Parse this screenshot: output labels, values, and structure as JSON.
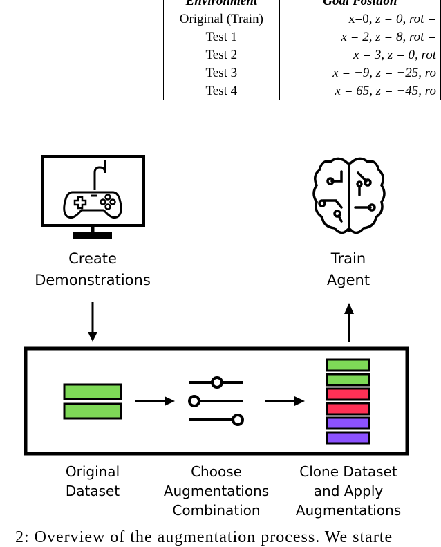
{
  "table": {
    "header": [
      "Environment",
      "Goal Position"
    ],
    "rows": [
      {
        "env": "Original (Train)",
        "goal_pre": "x=0, ",
        "goal_math": "z = 0, rot ="
      },
      {
        "env": "Test 1",
        "goal_pre": "",
        "goal_math": "x = 2, z = 8, rot ="
      },
      {
        "env": "Test 2",
        "goal_pre": "",
        "goal_math": "x = 3, z = 0, rot"
      },
      {
        "env": "Test 3",
        "goal_pre": "",
        "goal_math": "x = −9, z = −25, ro"
      },
      {
        "env": "Test 4",
        "goal_pre": "",
        "goal_math": "x = 65, z = −45, ro"
      }
    ]
  },
  "diagram": {
    "create_demos": {
      "line1": "Create",
      "line2": "Demonstrations",
      "icon": "gamepad-monitor-icon"
    },
    "train_agent": {
      "line1": "Train",
      "line2": "Agent",
      "icon": "brain-circuit-icon"
    },
    "original_dataset": {
      "line1": "Original",
      "line2": "Dataset"
    },
    "choose_aug": {
      "line1": "Choose",
      "line2": "Augmentations",
      "line3": "Combination",
      "icon": "sliders-icon"
    },
    "clone_apply": {
      "line1": "Clone Dataset",
      "line2": "and Apply",
      "line3": "Augmentations"
    },
    "colors": {
      "green": "#7ed957",
      "red": "#ff3156",
      "purple": "#8c52ff",
      "stroke": "#000000"
    }
  },
  "caption": "2: Overview of the augmentation process. We starte"
}
